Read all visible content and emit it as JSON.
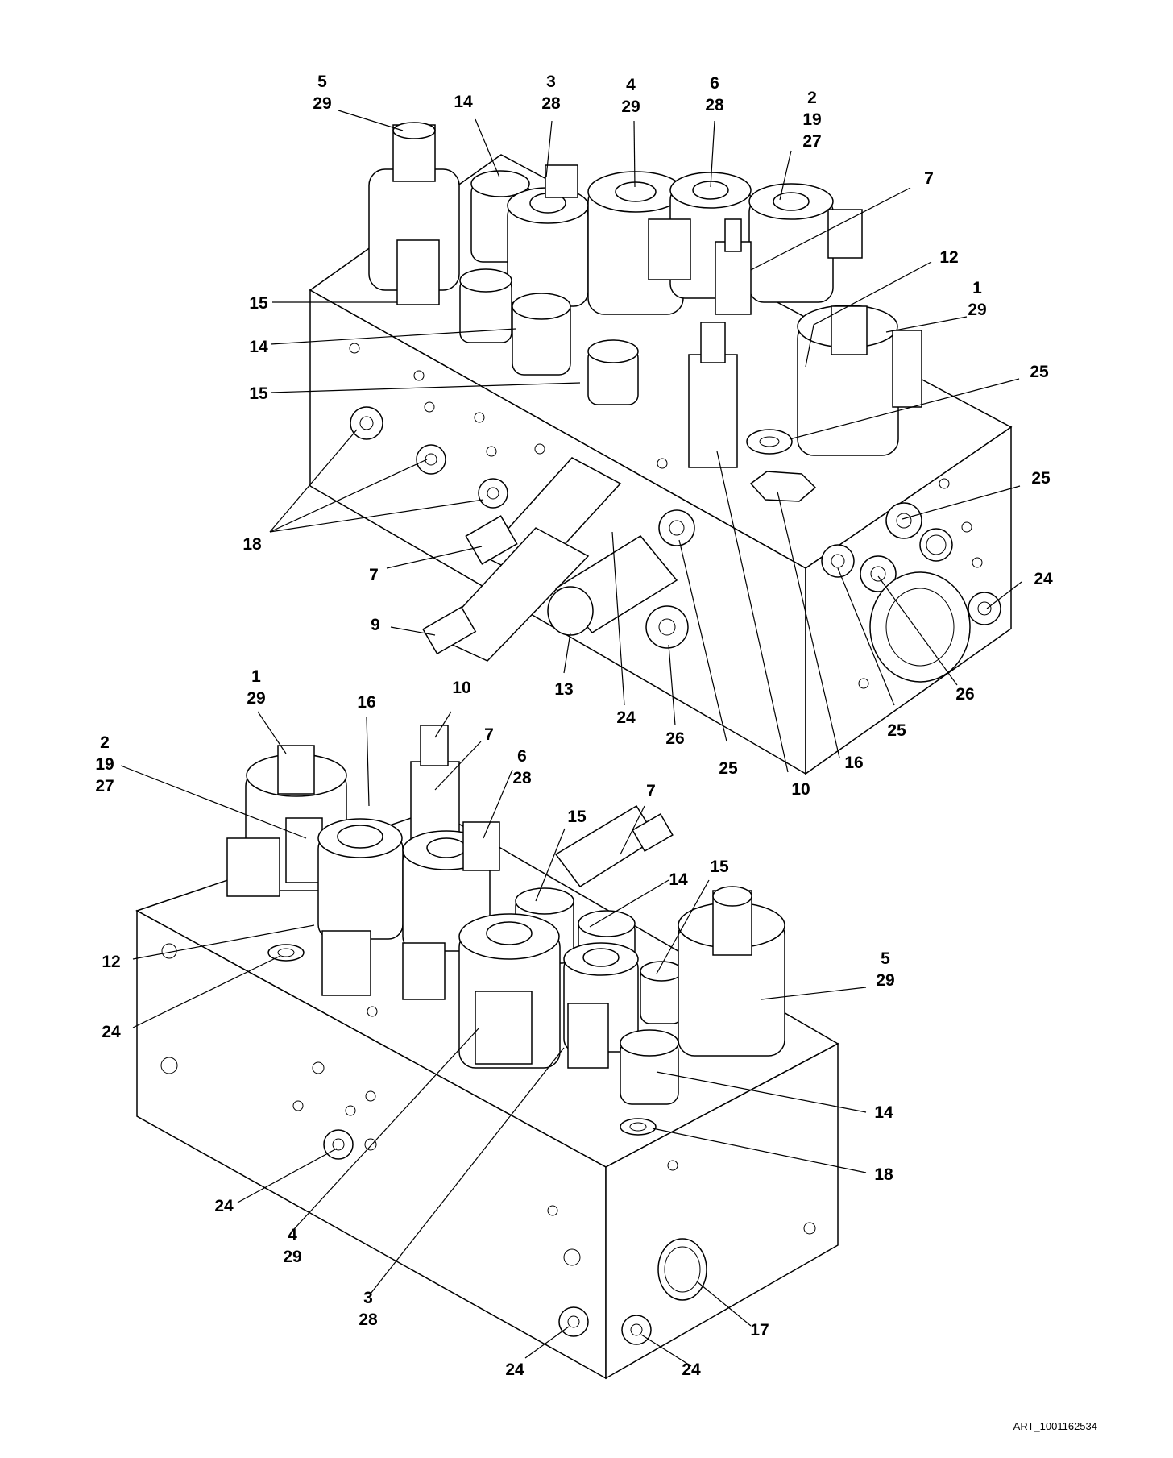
{
  "art_id": "ART_1001162534",
  "callouts": [
    {
      "id": "u-5-29",
      "lines": [
        "5",
        "29"
      ]
    },
    {
      "id": "u-14a",
      "lines": [
        "14"
      ]
    },
    {
      "id": "u-3-28",
      "lines": [
        "3",
        "28"
      ]
    },
    {
      "id": "u-4-29",
      "lines": [
        "4",
        "29"
      ]
    },
    {
      "id": "u-6-28",
      "lines": [
        "6",
        "28"
      ]
    },
    {
      "id": "u-2-19-27",
      "lines": [
        "2",
        "19",
        "27"
      ]
    },
    {
      "id": "u-7a",
      "lines": [
        "7"
      ]
    },
    {
      "id": "u-12",
      "lines": [
        "12"
      ]
    },
    {
      "id": "u-1-29",
      "lines": [
        "1",
        "29"
      ]
    },
    {
      "id": "u-15a",
      "lines": [
        "15"
      ]
    },
    {
      "id": "u-14b",
      "lines": [
        "14"
      ]
    },
    {
      "id": "u-15b",
      "lines": [
        "15"
      ]
    },
    {
      "id": "u-25a",
      "lines": [
        "25"
      ]
    },
    {
      "id": "u-25b",
      "lines": [
        "25"
      ]
    },
    {
      "id": "u-18",
      "lines": [
        "18"
      ]
    },
    {
      "id": "u-7b",
      "lines": [
        "7"
      ]
    },
    {
      "id": "u-24a",
      "lines": [
        "24"
      ]
    },
    {
      "id": "u-9",
      "lines": [
        "9"
      ]
    },
    {
      "id": "u-13",
      "lines": [
        "13"
      ]
    },
    {
      "id": "u-24b",
      "lines": [
        "24"
      ]
    },
    {
      "id": "u-26a",
      "lines": [
        "26"
      ]
    },
    {
      "id": "u-25c",
      "lines": [
        "25"
      ]
    },
    {
      "id": "u-10a",
      "lines": [
        "10"
      ]
    },
    {
      "id": "u-16a",
      "lines": [
        "16"
      ]
    },
    {
      "id": "u-25d",
      "lines": [
        "25"
      ]
    },
    {
      "id": "u-26b",
      "lines": [
        "26"
      ]
    },
    {
      "id": "l-1-29",
      "lines": [
        "1",
        "29"
      ]
    },
    {
      "id": "l-16",
      "lines": [
        "16"
      ]
    },
    {
      "id": "l-10",
      "lines": [
        "10"
      ]
    },
    {
      "id": "l-7a",
      "lines": [
        "7"
      ]
    },
    {
      "id": "l-2-19-27",
      "lines": [
        "2",
        "19",
        "27"
      ]
    },
    {
      "id": "l-6-28",
      "lines": [
        "6",
        "28"
      ]
    },
    {
      "id": "l-7b",
      "lines": [
        "7"
      ]
    },
    {
      "id": "l-15a",
      "lines": [
        "15"
      ]
    },
    {
      "id": "l-14a",
      "lines": [
        "14"
      ]
    },
    {
      "id": "l-15b",
      "lines": [
        "15"
      ]
    },
    {
      "id": "l-12",
      "lines": [
        "12"
      ]
    },
    {
      "id": "l-5-29",
      "lines": [
        "5",
        "29"
      ]
    },
    {
      "id": "l-24a",
      "lines": [
        "24"
      ]
    },
    {
      "id": "l-14b",
      "lines": [
        "14"
      ]
    },
    {
      "id": "l-18",
      "lines": [
        "18"
      ]
    },
    {
      "id": "l-24b",
      "lines": [
        "24"
      ]
    },
    {
      "id": "l-4-29",
      "lines": [
        "4",
        "29"
      ]
    },
    {
      "id": "l-3-28",
      "lines": [
        "3",
        "28"
      ]
    },
    {
      "id": "l-17",
      "lines": [
        "17"
      ]
    },
    {
      "id": "l-24c",
      "lines": [
        "24"
      ]
    },
    {
      "id": "l-24d",
      "lines": [
        "24"
      ]
    }
  ]
}
